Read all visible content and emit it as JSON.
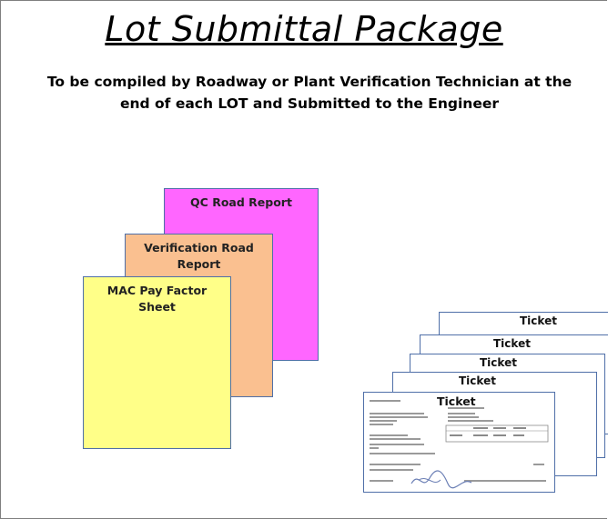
{
  "title": "Lot Submittal Package",
  "subtitle_line1": "To be compiled by Roadway or Plant Verification Technician at the",
  "subtitle_line2": "end of each LOT and Submitted to the Engineer",
  "sheets": {
    "qc": "QC Road Report",
    "verification_line1": "Verification Road",
    "verification_line2": "Report",
    "mac_line1": "MAC Pay Factor",
    "mac_line2": "Sheet"
  },
  "tickets": [
    "Ticket",
    "Ticket",
    "Ticket",
    "Ticket",
    "Ticket"
  ],
  "colors": {
    "qc_fill": "#ff66ff",
    "verification_fill": "#fac090",
    "mac_fill": "#ffff88",
    "outline": "#4f6fa8"
  }
}
